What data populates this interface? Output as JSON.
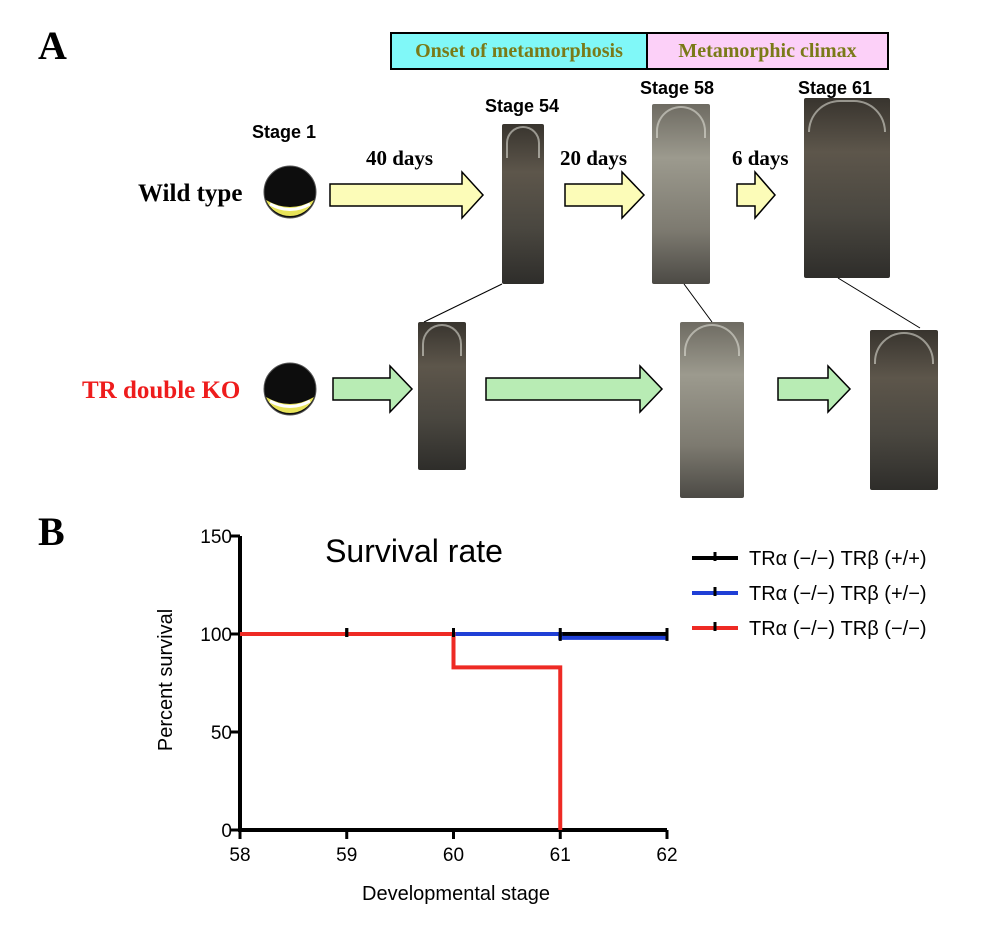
{
  "panel_a": {
    "letter": "A",
    "phases": {
      "onset": {
        "label": "Onset of metamorphosis",
        "color": "#80f8f8"
      },
      "climax": {
        "label": "Metamorphic climax",
        "color": "#fcd0f8"
      }
    },
    "stages": {
      "s1": "Stage 1",
      "s54": "Stage 54",
      "s58": "Stage 58",
      "s61": "Stage 61"
    },
    "durations": {
      "d40": "40 days",
      "d20": "20 days",
      "d6": "6 days"
    },
    "rows": {
      "wild_type": {
        "label": "Wild type",
        "color": "#000000",
        "arrow_color": "#fcfcb8"
      },
      "tr_double_ko": {
        "label": "TR double KO",
        "color": "#ee1c1c",
        "arrow_color": "#b8ecb4"
      }
    }
  },
  "panel_b": {
    "letter": "B",
    "chart_data": {
      "type": "line",
      "step": true,
      "title": "Survival rate",
      "xlabel": "Developmental stage",
      "ylabel": "Percent survival",
      "xlim": [
        58,
        62
      ],
      "ylim": [
        0,
        150
      ],
      "xticks": [
        "58",
        "59",
        "60",
        "61",
        "62"
      ],
      "yticks": [
        "0",
        "50",
        "100",
        "150"
      ],
      "legend_position": "top-right",
      "series": [
        {
          "name": "TRα (−/−) TRβ (+/+)",
          "color": "#000000",
          "x": [
            58,
            59,
            60,
            61,
            62
          ],
          "y": [
            100,
            100,
            100,
            100,
            100
          ],
          "censor_x": [
            59,
            60,
            61,
            62
          ]
        },
        {
          "name": "TRα (−/−) TRβ (+/−)",
          "color": "#1f3fd6",
          "x": [
            58,
            59,
            60,
            61,
            62
          ],
          "y": [
            100,
            100,
            100,
            98,
            98
          ],
          "censor_x": [
            60,
            61,
            62
          ]
        },
        {
          "name": "TRα (−/−) TRβ (−/−)",
          "color": "#ee2a24",
          "x": [
            58,
            59,
            60,
            60,
            61,
            61
          ],
          "y": [
            100,
            100,
            100,
            83,
            83,
            0
          ],
          "censor_x": [
            59,
            60
          ]
        }
      ]
    }
  }
}
